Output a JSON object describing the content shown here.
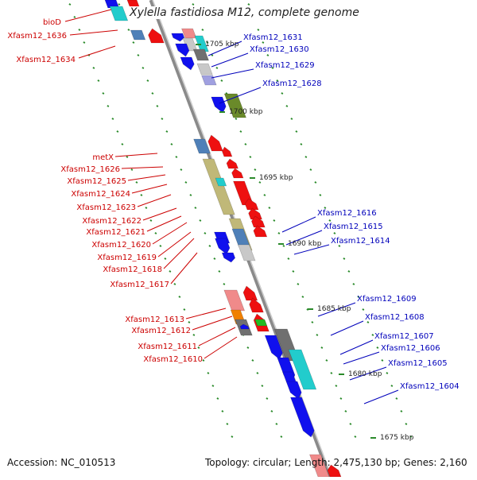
{
  "title": "Xylella fastidiosa M12, complete genome",
  "footer": {
    "accession": "Accession: NC_010513",
    "summary": "Topology: circular; Length: 2,475,130 bp; Genes: 2,160"
  },
  "colors": {
    "minus_label": "#cc0000",
    "plus_label": "#0000bb",
    "backbone": "#8a8a8a",
    "tick": "#2a8a2a"
  },
  "ticks": [
    {
      "label": "1705 kbp"
    },
    {
      "label": "1700 kbp"
    },
    {
      "label": "1695 kbp"
    },
    {
      "label": "1690 kbp"
    },
    {
      "label": "1685 kbp"
    },
    {
      "label": "1680 kbp"
    },
    {
      "label": "1675 kbp"
    }
  ],
  "left_labels": [
    "bioD",
    "Xfasm12_1636",
    "Xfasm12_1634",
    "metX",
    "Xfasm12_1626",
    "Xfasm12_1625",
    "Xfasm12_1624",
    "Xfasm12_1623",
    "Xfasm12_1622",
    "Xfasm12_1621",
    "Xfasm12_1620",
    "Xfasm12_1619",
    "Xfasm12_1618",
    "Xfasm12_1617",
    "Xfasm12_1613",
    "Xfasm12_1612",
    "Xfasm12_1611",
    "Xfasm12_1610"
  ],
  "right_labels": [
    "Xfasm12_1631",
    "Xfasm12_1630",
    "Xfasm12_1629",
    "Xfasm12_1628",
    "Xfasm12_1616",
    "Xfasm12_1615",
    "Xfasm12_1614",
    "Xfasm12_1609",
    "Xfasm12_1608",
    "Xfasm12_1607",
    "Xfasm12_1606",
    "Xfasm12_1605",
    "Xfasm12_1604"
  ]
}
